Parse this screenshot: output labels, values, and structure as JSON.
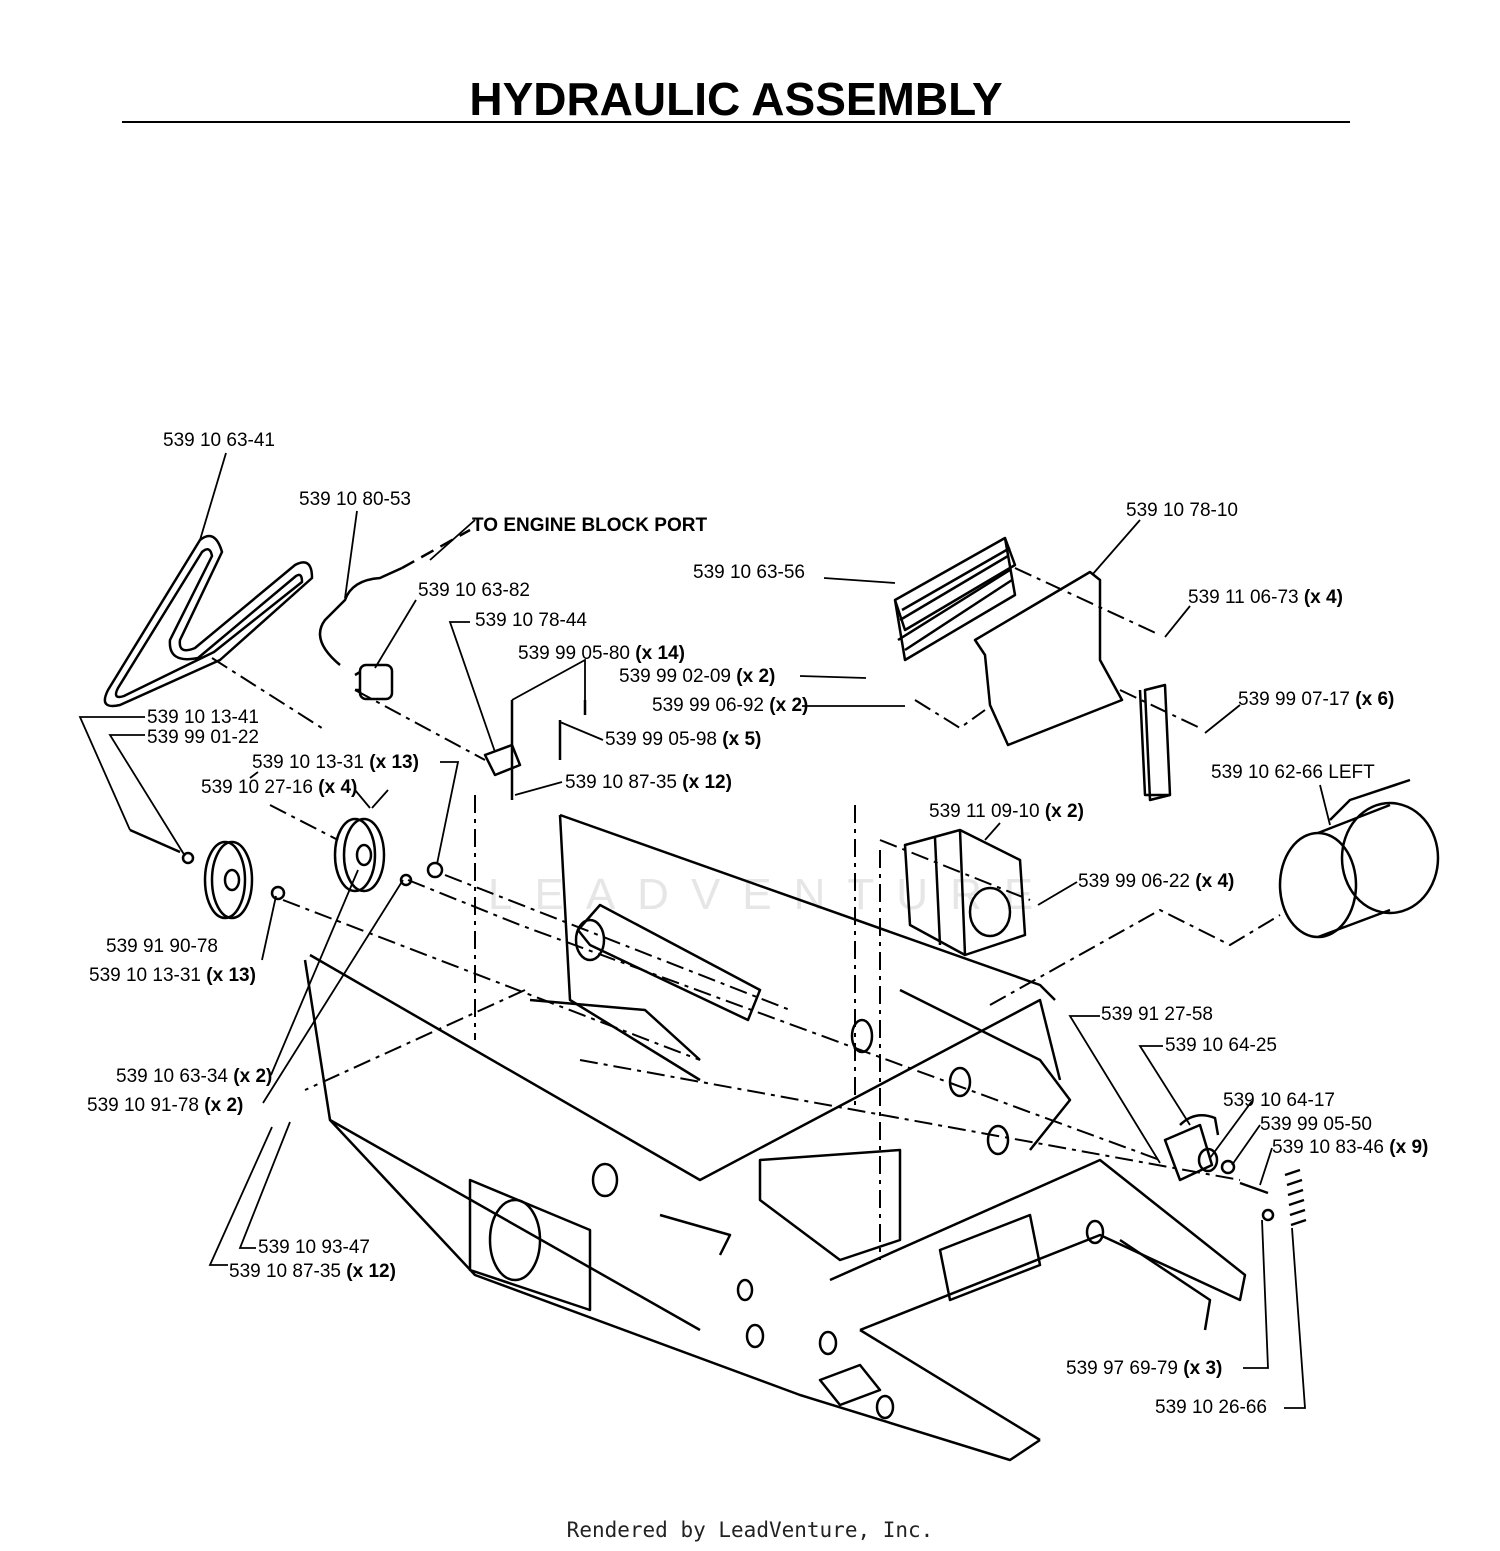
{
  "title": "HYDRAULIC ASSEMBLY",
  "footer": "Rendered by LeadVenture, Inc.",
  "watermark": "LEADVENTURE",
  "annotation": "TO ENGINE BLOCK PORT",
  "labels": [
    {
      "part": "539 10 63-41",
      "qty": ""
    },
    {
      "part": "539 10 80-53",
      "qty": ""
    },
    {
      "part": "539 10 63-82",
      "qty": ""
    },
    {
      "part": "539 10 78-44",
      "qty": ""
    },
    {
      "part": "539 99 05-80",
      "qty": "(x 14)"
    },
    {
      "part": "539 99 02-09",
      "qty": "(x 2)"
    },
    {
      "part": "539 99 06-92",
      "qty": "(x 2)"
    },
    {
      "part": "539 99 05-98",
      "qty": "(x 5)"
    },
    {
      "part": "539 10 87-35",
      "qty": "(x 12)"
    },
    {
      "part": "539 10 13-41",
      "qty": ""
    },
    {
      "part": "539 99 01-22",
      "qty": ""
    },
    {
      "part": "539 10 13-31",
      "qty": "(x 13)"
    },
    {
      "part": "539 10 27-16",
      "qty": "(x 4)"
    },
    {
      "part": "539 91 90-78",
      "qty": ""
    },
    {
      "part": "539 10 13-31",
      "qty": "(x 13)"
    },
    {
      "part": "539 10 63-34",
      "qty": "(x 2)"
    },
    {
      "part": "539 10 91-78",
      "qty": "(x 2)"
    },
    {
      "part": "539 10 93-47",
      "qty": ""
    },
    {
      "part": "539 10 87-35",
      "qty": "(x 12)"
    },
    {
      "part": "539 10 63-56",
      "qty": ""
    },
    {
      "part": "539 10 78-10",
      "qty": ""
    },
    {
      "part": "539 11 06-73",
      "qty": "(x 4)"
    },
    {
      "part": "539 99 07-17",
      "qty": "(x 6)"
    },
    {
      "part": "539 10 62-66 LEFT",
      "qty": ""
    },
    {
      "part": "539 11 09-10",
      "qty": "(x 2)"
    },
    {
      "part": "539 99 06-22",
      "qty": "(x 4)"
    },
    {
      "part": "539 91 27-58",
      "qty": ""
    },
    {
      "part": "539 10 64-25",
      "qty": ""
    },
    {
      "part": "539 10 64-17",
      "qty": ""
    },
    {
      "part": "539 99 05-50",
      "qty": ""
    },
    {
      "part": "539 10 83-46",
      "qty": "(x 9)"
    },
    {
      "part": "539 97 69-79",
      "qty": "(x 3)"
    },
    {
      "part": "539 10 26-66",
      "qty": ""
    }
  ]
}
